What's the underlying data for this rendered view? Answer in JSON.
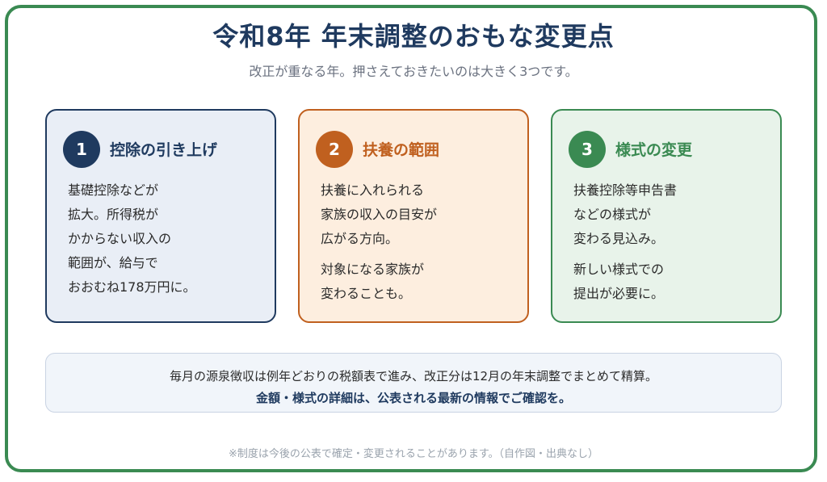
{
  "header": {
    "title": "令和8年 年末調整のおもな変更点",
    "subtitle": "改正が重なる年。押さえておきたいのは大きく3つです。"
  },
  "cards": [
    {
      "number": "1",
      "title": "控除の引き上げ",
      "color": "#1f3a5f",
      "paragraphs": [
        [
          "基礎控除などが",
          "拡大。所得税が",
          "かからない収入の",
          "範囲が、給与で",
          "おおむね178万円に。"
        ]
      ]
    },
    {
      "number": "2",
      "title": "扶養の範囲",
      "color": "#c0601f",
      "paragraphs": [
        [
          "扶養に入れられる",
          "家族の収入の目安が",
          "広がる方向。"
        ],
        [
          "対象になる家族が",
          "変わることも。"
        ]
      ]
    },
    {
      "number": "3",
      "title": "様式の変更",
      "color": "#3a8a52",
      "paragraphs": [
        [
          "扶養控除等申告書",
          "などの様式が",
          "変わる見込み。"
        ],
        [
          "新しい様式での",
          "提出が必要に。"
        ]
      ]
    }
  ],
  "note": {
    "line1": "毎月の源泉徴収は例年どおりの税額表で進み、改正分は12月の年末調整でまとめて精算。",
    "line2": "金額・様式の詳細は、公表される最新の情報でご確認を。"
  },
  "footnote": "※制度は今後の公表で確定・変更されることがあります。（自作図・出典なし）"
}
